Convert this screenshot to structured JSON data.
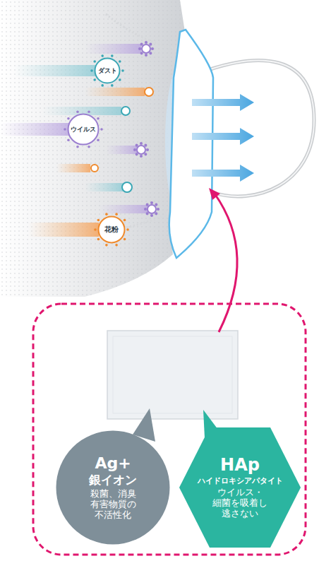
{
  "diagram": {
    "nodes": [
      {
        "text": [
          "ダスト"
        ]
      },
      {
        "text": [
          "ウイルス"
        ]
      },
      {
        "text": [
          "花粉"
        ]
      },
      {
        "text": [
          "Ag+",
          "銀イオン",
          "殺菌、消臭 有害物質の 不活性化"
        ]
      },
      {
        "text": [
          "HAp",
          "ハイドロキシアパタイト",
          "ウイルス・ 細菌を吸着し 逃さない"
        ]
      }
    ]
  }
}
